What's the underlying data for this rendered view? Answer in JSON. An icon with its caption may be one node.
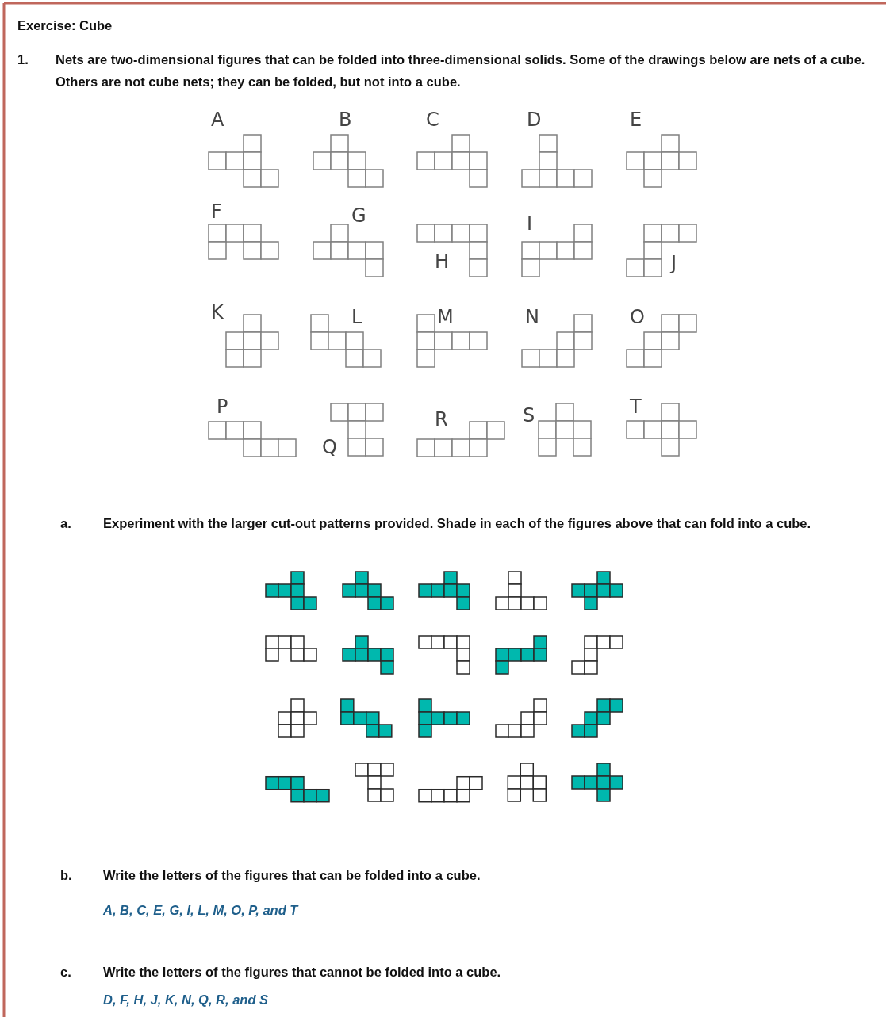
{
  "diagram": {
    "title": "Exercise: Cube",
    "labels": [
      "1.",
      "Nets are two-dimensional figures that can be folded into three-dimensional solids.  Some of the drawings below are nets of a cube.  Others are not cube nets; they can be folded, but not into a cube.",
      "A",
      "B",
      "C",
      "D",
      "E",
      "F",
      "G",
      "H",
      "I",
      "J",
      "K",
      "L",
      "M",
      "N",
      "O",
      "P",
      "Q",
      "R",
      "S",
      "T",
      "a.",
      "Experiment with the larger cut-out patterns provided.  Shade in each of the figures above that can fold into a cube.",
      "b.",
      "Write the letters of the figures that can be folded into a cube.",
      "A, B, C, E, G, I, L, M, O, P, and T",
      "c.",
      "Write the letters of the figures that cannot be folded into a cube.",
      "D, F, H, J, K, N, Q, R, and S"
    ]
  }
}
